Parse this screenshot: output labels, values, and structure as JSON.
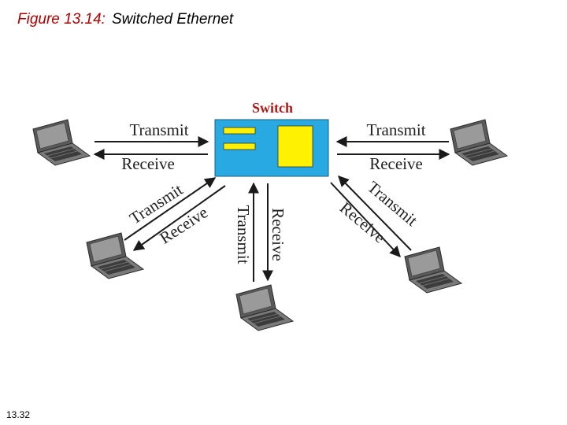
{
  "figure": {
    "number": "Figure 13.14:",
    "title": "Switched  Ethernet"
  },
  "page_number": "13.32",
  "diagram": {
    "switch_label": "Switch",
    "links": {
      "left": {
        "transmit": "Transmit",
        "receive": "Receive"
      },
      "right": {
        "transmit": "Transmit",
        "receive": "Receive"
      },
      "lower_left": {
        "transmit": "Transmit",
        "receive": "Receive"
      },
      "bottom": {
        "transmit": "Transmit",
        "receive": "Receive"
      },
      "lower_right": {
        "transmit": "Transmit",
        "receive": "Receive"
      }
    },
    "icons": [
      "laptop-icon",
      "switch-icon"
    ],
    "colors": {
      "switch_body": "#29a9e1",
      "switch_ports": "#fff200",
      "switch_label": "#b01818",
      "figure_number": "#b00000"
    }
  }
}
